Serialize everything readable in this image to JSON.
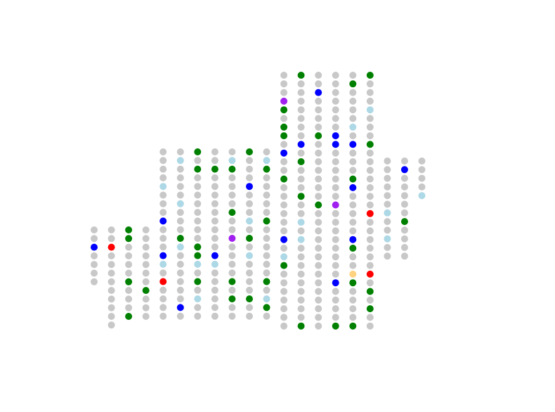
{
  "colors": {
    "background": "#ffffff",
    "categories": {
      "gray": "#c8c8c8",
      "green": "#008000",
      "blue": "#0000ff",
      "lightblue": "#add8e6",
      "red": "#ff0000",
      "purple": "#a020f0",
      "orange": "#ffd27f"
    }
  },
  "chart_data": {
    "type": "scatter",
    "title": "",
    "xlabel": "",
    "ylabel": "",
    "axes_visible": false,
    "grid": false,
    "legend": "none",
    "columns": [
      {
        "x": 1,
        "rows": 7,
        "colored": [
          {
            "r": 2,
            "c": "blue"
          }
        ]
      },
      {
        "x": 2,
        "rows": 12,
        "colored": [
          {
            "r": 2,
            "c": "red"
          }
        ]
      },
      {
        "x": 3,
        "rows": 11,
        "colored": [
          {
            "r": 0,
            "c": "green"
          },
          {
            "r": 1,
            "c": "green"
          },
          {
            "r": 6,
            "c": "green"
          },
          {
            "r": 10,
            "c": "green"
          }
        ]
      },
      {
        "x": 4,
        "rows": 11,
        "colored": [
          {
            "r": 7,
            "c": "green"
          }
        ]
      },
      {
        "x": 5,
        "rows": 20,
        "colored": [
          {
            "r": 4,
            "c": "lightblue"
          },
          {
            "r": 8,
            "c": "blue"
          },
          {
            "r": 12,
            "c": "blue"
          },
          {
            "r": 13,
            "c": "lightblue"
          },
          {
            "r": 15,
            "c": "red"
          }
        ]
      },
      {
        "x": 6,
        "rows": 20,
        "colored": [
          {
            "r": 1,
            "c": "lightblue"
          },
          {
            "r": 6,
            "c": "lightblue"
          },
          {
            "r": 10,
            "c": "green"
          },
          {
            "r": 11,
            "c": "lightblue"
          },
          {
            "r": 18,
            "c": "blue"
          }
        ]
      },
      {
        "x": 7,
        "rows": 20,
        "colored": [
          {
            "r": 0,
            "c": "green"
          },
          {
            "r": 2,
            "c": "green"
          },
          {
            "r": 11,
            "c": "green"
          },
          {
            "r": 12,
            "c": "green"
          },
          {
            "r": 13,
            "c": "lightblue"
          },
          {
            "r": 15,
            "c": "green"
          },
          {
            "r": 17,
            "c": "lightblue"
          }
        ]
      },
      {
        "x": 8,
        "rows": 20,
        "colored": [
          {
            "r": 2,
            "c": "green"
          },
          {
            "r": 12,
            "c": "blue"
          },
          {
            "r": 13,
            "c": "lightblue"
          }
        ]
      },
      {
        "x": 9,
        "rows": 20,
        "colored": [
          {
            "r": 1,
            "c": "lightblue"
          },
          {
            "r": 2,
            "c": "green"
          },
          {
            "r": 7,
            "c": "green"
          },
          {
            "r": 10,
            "c": "purple"
          },
          {
            "r": 15,
            "c": "green"
          },
          {
            "r": 17,
            "c": "green"
          }
        ]
      },
      {
        "x": 10,
        "rows": 20,
        "colored": [
          {
            "r": 0,
            "c": "green"
          },
          {
            "r": 4,
            "c": "blue"
          },
          {
            "r": 8,
            "c": "lightblue"
          },
          {
            "r": 10,
            "c": "green"
          },
          {
            "r": 12,
            "c": "lightblue"
          },
          {
            "r": 17,
            "c": "green"
          }
        ]
      },
      {
        "x": 11,
        "rows": 20,
        "colored": [
          {
            "r": 1,
            "c": "lightblue"
          },
          {
            "r": 2,
            "c": "green"
          },
          {
            "r": 8,
            "c": "green"
          },
          {
            "r": 15,
            "c": "green"
          },
          {
            "r": 17,
            "c": "lightblue"
          },
          {
            "r": 18,
            "c": "green"
          }
        ]
      },
      {
        "x": 12,
        "rows": 30,
        "colored": [
          {
            "r": 3,
            "c": "purple"
          },
          {
            "r": 4,
            "c": "green"
          },
          {
            "r": 6,
            "c": "green"
          },
          {
            "r": 7,
            "c": "green"
          },
          {
            "r": 9,
            "c": "blue"
          },
          {
            "r": 12,
            "c": "green"
          },
          {
            "r": 19,
            "c": "blue"
          },
          {
            "r": 21,
            "c": "lightblue"
          },
          {
            "r": 22,
            "c": "green"
          }
        ]
      },
      {
        "x": 13,
        "rows": 30,
        "colored": [
          {
            "r": 0,
            "c": "green"
          },
          {
            "r": 8,
            "c": "blue"
          },
          {
            "r": 10,
            "c": "green"
          },
          {
            "r": 14,
            "c": "green"
          },
          {
            "r": 17,
            "c": "lightblue"
          },
          {
            "r": 19,
            "c": "lightblue"
          },
          {
            "r": 29,
            "c": "green"
          }
        ]
      },
      {
        "x": 14,
        "rows": 30,
        "colored": [
          {
            "r": 2,
            "c": "blue"
          },
          {
            "r": 7,
            "c": "green"
          },
          {
            "r": 15,
            "c": "green"
          }
        ]
      },
      {
        "x": 15,
        "rows": 30,
        "colored": [
          {
            "r": 7,
            "c": "blue"
          },
          {
            "r": 8,
            "c": "blue"
          },
          {
            "r": 15,
            "c": "purple"
          },
          {
            "r": 24,
            "c": "blue"
          },
          {
            "r": 29,
            "c": "green"
          }
        ]
      },
      {
        "x": 16,
        "rows": 30,
        "colored": [
          {
            "r": 1,
            "c": "green"
          },
          {
            "r": 6,
            "c": "lightblue"
          },
          {
            "r": 8,
            "c": "blue"
          },
          {
            "r": 12,
            "c": "green"
          },
          {
            "r": 13,
            "c": "blue"
          },
          {
            "r": 19,
            "c": "blue"
          },
          {
            "r": 20,
            "c": "green"
          },
          {
            "r": 23,
            "c": "orange"
          },
          {
            "r": 24,
            "c": "green"
          },
          {
            "r": 29,
            "c": "green"
          }
        ]
      },
      {
        "x": 17,
        "rows": 30,
        "colored": [
          {
            "r": 0,
            "c": "green"
          },
          {
            "r": 4,
            "c": "lightblue"
          },
          {
            "r": 8,
            "c": "green"
          },
          {
            "r": 16,
            "c": "red"
          },
          {
            "r": 23,
            "c": "red"
          },
          {
            "r": 25,
            "c": "green"
          },
          {
            "r": 27,
            "c": "green"
          }
        ]
      },
      {
        "x": 18,
        "rows": 12,
        "colored": [
          {
            "r": 6,
            "c": "lightblue"
          },
          {
            "r": 9,
            "c": "lightblue"
          }
        ]
      },
      {
        "x": 19,
        "rows": 12,
        "colored": [
          {
            "r": 1,
            "c": "blue"
          },
          {
            "r": 7,
            "c": "green"
          }
        ]
      },
      {
        "x": 20,
        "rows": 5,
        "colored": [
          {
            "r": 4,
            "c": "lightblue"
          }
        ]
      }
    ]
  }
}
